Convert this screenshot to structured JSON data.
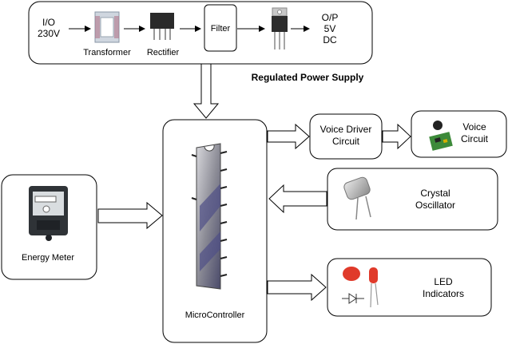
{
  "power_supply": {
    "input_line1": "I/O",
    "input_line2": "230V",
    "transformer": "Transformer",
    "rectifier": "Rectifier",
    "filter": "Filter",
    "output_line1": "O/P",
    "output_line2": "5V",
    "output_line3": "DC",
    "title": "Regulated Power Supply"
  },
  "energy_meter": {
    "label": "Energy Meter"
  },
  "microcontroller": {
    "label": "MicroController"
  },
  "voice_driver": {
    "line1": "Voice Driver",
    "line2": "Circuit"
  },
  "voice_circuit": {
    "line1": "Voice",
    "line2": "Circuit"
  },
  "crystal": {
    "line1": "Crystal",
    "line2": "Oscillator"
  },
  "led": {
    "line1": "LED",
    "line2": "Indicators"
  },
  "colors": {
    "stroke": "#000000",
    "chip_body": "#9a9aa8",
    "chip_stripe": "#55558a",
    "led_red": "#e03a2a",
    "pcb_green": "#3d8a3a"
  }
}
